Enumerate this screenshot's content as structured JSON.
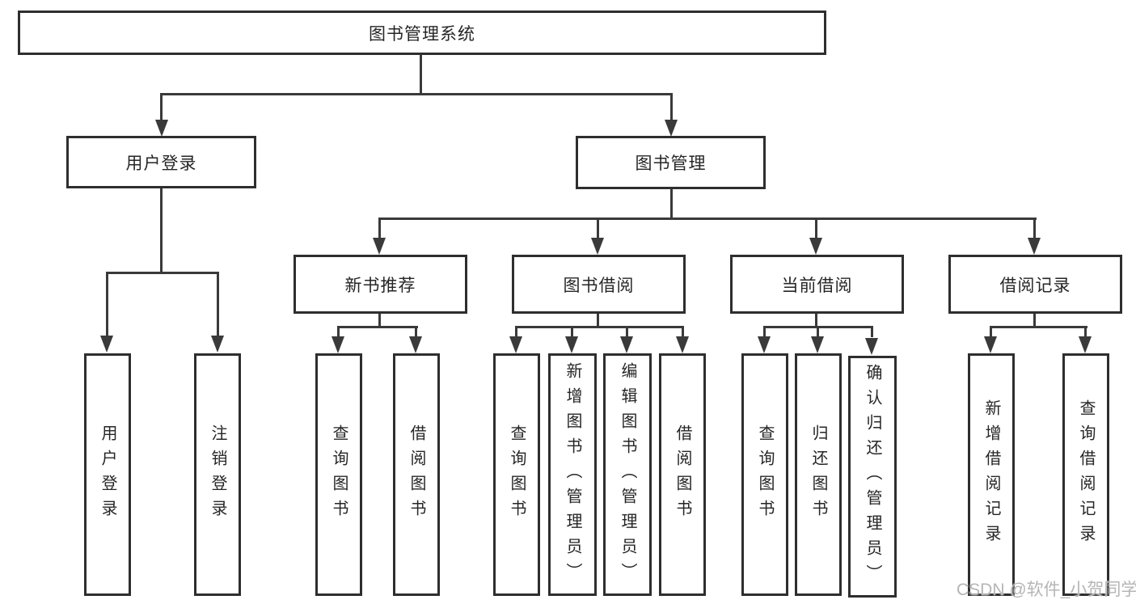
{
  "diagram": {
    "type": "hierarchy-tree",
    "nodes": {
      "root": "图书管理系统",
      "level2": [
        "用户登录",
        "图书管理"
      ],
      "level3": [
        "新书推荐",
        "图书借阅",
        "当前借阅",
        "借阅记录"
      ],
      "leaves": {
        "user_login": [
          "用户登录",
          "注销登录"
        ],
        "new_book_recommend": [
          "查询图书",
          "借阅图书"
        ],
        "book_borrow": [
          "查询图书",
          "新增图书（管理员）",
          "编辑图书（管理员）",
          "借阅图书"
        ],
        "current_borrow": [
          "查询图书",
          "归还图书",
          "确认归还（管理员）"
        ],
        "borrow_records": [
          "新增借阅记录",
          "查询借阅记录"
        ]
      }
    },
    "colors": {
      "background": "#ffffff",
      "box_border": "#2e2e2e",
      "line": "#3a3a3a",
      "text": "#262626",
      "watermark": "#b5b5b5"
    }
  },
  "watermark": "CSDN @软件_小贺同学"
}
